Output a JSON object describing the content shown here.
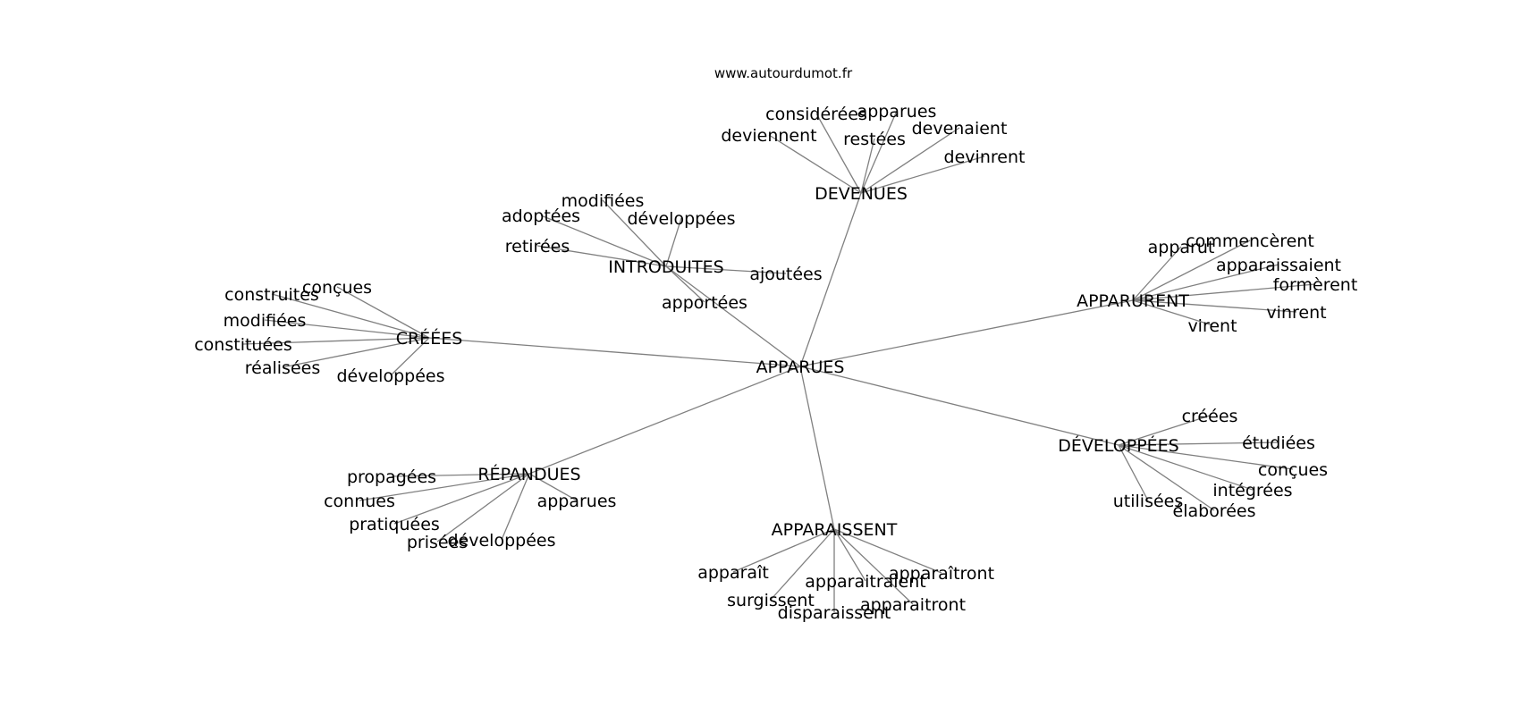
{
  "source": "www.autourdumot.fr",
  "center": "APPARUES",
  "groups": [
    {
      "hub": "DEVENUES",
      "leaves": [
        "considérées",
        "apparues",
        "deviennent",
        "restées",
        "devenaient",
        "devinrent"
      ]
    },
    {
      "hub": "INTRODUITES",
      "leaves": [
        "modifiées",
        "adoptées",
        "développées",
        "retirées",
        "ajoutées",
        "apportées"
      ]
    },
    {
      "hub": "CRÉÉES",
      "leaves": [
        "conçues",
        "construites",
        "modifiées",
        "constituées",
        "réalisées",
        "développées"
      ]
    },
    {
      "hub": "APPARURENT",
      "leaves": [
        "apparut",
        "commencèrent",
        "apparaissaient",
        "formèrent",
        "vinrent",
        "virent"
      ]
    },
    {
      "hub": "DÉVELOPPÉES",
      "leaves": [
        "créées",
        "étudiées",
        "conçues",
        "intégrées",
        "utilisées",
        "élaborées"
      ]
    },
    {
      "hub": "RÉPANDUES",
      "leaves": [
        "propagées",
        "connues",
        "pratiquées",
        "prisées",
        "développées",
        "apparues"
      ]
    },
    {
      "hub": "APPARAISSENT",
      "leaves": [
        "apparaît",
        "apparaîtront",
        "apparaitraient",
        "surgissent",
        "apparaitront",
        "disparaissent"
      ]
    }
  ]
}
